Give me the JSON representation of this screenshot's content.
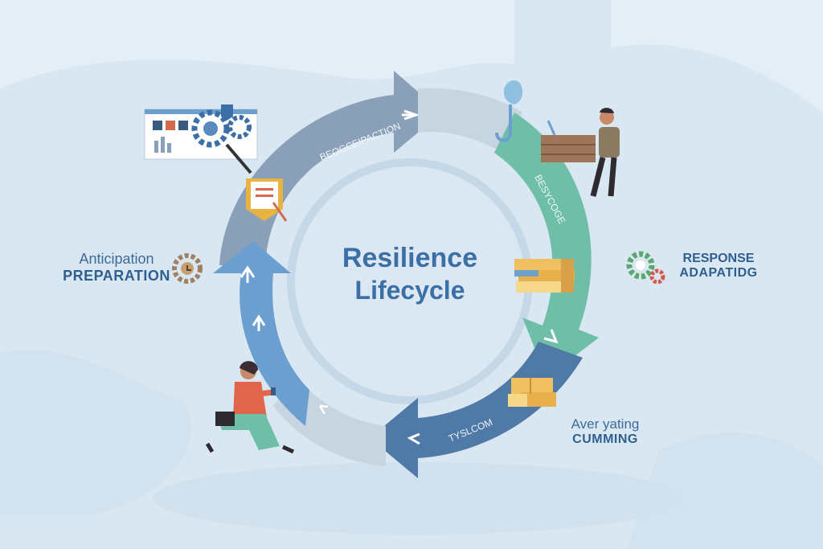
{
  "center": {
    "title_line1": "Resilience",
    "title_line2": "Lifecycle"
  },
  "arrows": {
    "top_label": "BEOGCEIPACTION",
    "right_label": "BESYCOGE",
    "bottom_label": "TYSLCOM"
  },
  "labels": {
    "left_line1": "Anticipation",
    "left_line2": "PREPARATION",
    "right_line1": "RESPONSE",
    "right_line2": "ADAPATIDG",
    "bottom_line1": "Aver yating",
    "bottom_line2": "CUMMING"
  },
  "colors": {
    "background": "#d9e7f2",
    "arrow_top": "#8aa0b8",
    "arrow_right": "#6fbfa8",
    "arrow_bottom": "#4f79a6",
    "arrow_left": "#6a9fd0",
    "center_text": "#3b6fa5"
  },
  "icons": [
    "dashboard-icon",
    "gear-icon",
    "clipboard-icon",
    "hook-icon",
    "person-carrying-box-icon",
    "stacked-books-icon",
    "gears-icon",
    "cardboard-boxes-icon",
    "person-sitting-icon"
  ]
}
